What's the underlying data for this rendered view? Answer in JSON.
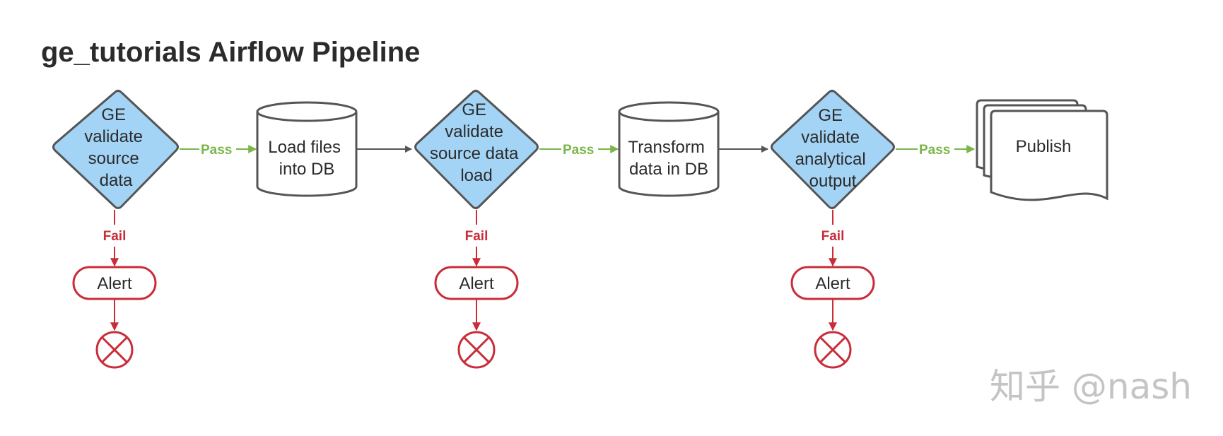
{
  "title": "ge_tutorials Airflow Pipeline",
  "watermark": "知乎 @nash",
  "colors": {
    "decision_fill": "#a3d4f6",
    "outline": "#555555",
    "pass": "#7ab648",
    "fail": "#c92d39",
    "arrow": "#555555",
    "text": "#2b2b2b"
  },
  "nodes": {
    "validate_source": {
      "lines": [
        "GE",
        "validate",
        "source",
        "data"
      ]
    },
    "load_files": {
      "lines": [
        "Load files",
        "into DB"
      ]
    },
    "validate_load": {
      "lines": [
        "GE",
        "validate",
        "source data",
        "load"
      ]
    },
    "transform": {
      "lines": [
        "Transform",
        "data in DB"
      ]
    },
    "validate_output": {
      "lines": [
        "GE",
        "validate",
        "analytical",
        "output"
      ]
    },
    "publish": {
      "lines": [
        "Publish"
      ]
    }
  },
  "edge_labels": {
    "pass": "Pass",
    "fail": "Fail"
  },
  "alerts": {
    "label": "Alert"
  }
}
